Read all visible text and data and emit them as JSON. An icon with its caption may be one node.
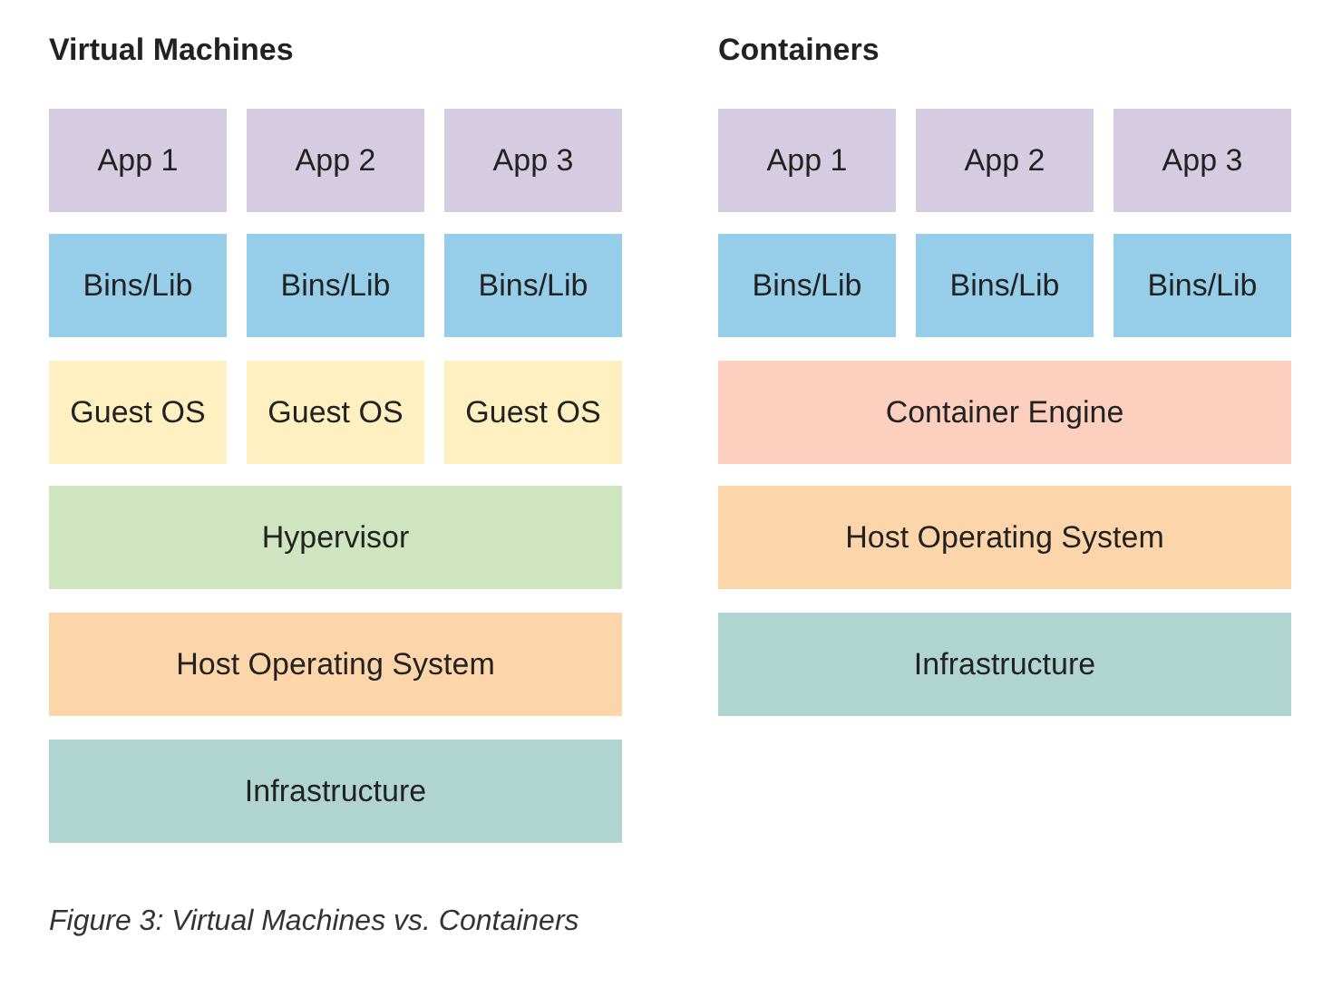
{
  "diagram": {
    "caption": "Figure 3: Virtual Machines vs. Containers",
    "nodes": [
      {
        "text": [
          "App 1"
        ]
      },
      {
        "text": [
          "App 2"
        ]
      },
      {
        "text": [
          "App 3"
        ]
      },
      {
        "text": [
          "Bins/Lib"
        ]
      },
      {
        "text": [
          "Bins/Lib"
        ]
      },
      {
        "text": [
          "Bins/Lib"
        ]
      },
      {
        "text": [
          "Guest OS"
        ]
      },
      {
        "text": [
          "Guest OS"
        ]
      },
      {
        "text": [
          "Guest OS"
        ]
      },
      {
        "text": [
          "Hypervisor"
        ]
      },
      {
        "text": [
          "Host Operating System"
        ]
      },
      {
        "text": [
          "Infrastructure"
        ]
      },
      {
        "text": [
          "App 1"
        ]
      },
      {
        "text": [
          "App 2"
        ]
      },
      {
        "text": [
          "App 3"
        ]
      },
      {
        "text": [
          "Bins/Lib"
        ]
      },
      {
        "text": [
          "Bins/Lib"
        ]
      },
      {
        "text": [
          "Bins/Lib"
        ]
      },
      {
        "text": [
          "Container Engine"
        ]
      },
      {
        "text": [
          "Host Operating System"
        ]
      },
      {
        "text": [
          "Infrastructure"
        ]
      }
    ],
    "labels": [
      "Virtual Machines",
      "Containers"
    ]
  }
}
